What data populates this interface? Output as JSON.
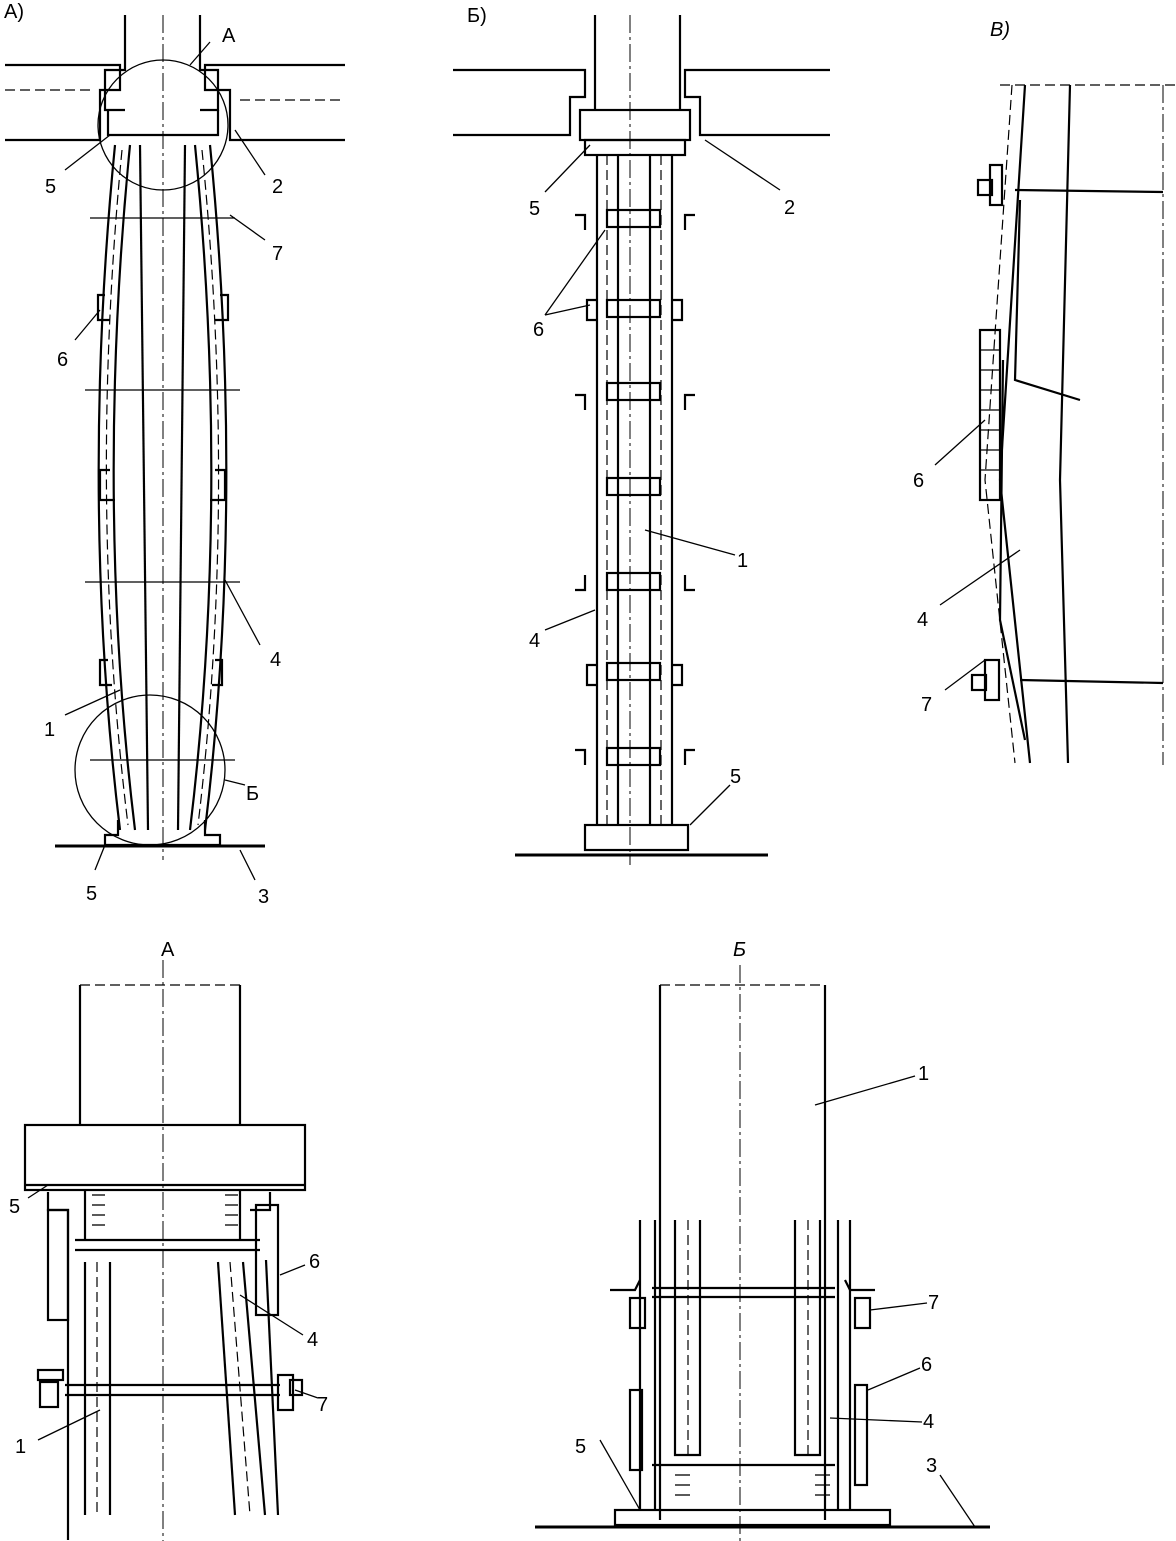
{
  "panel_a": {
    "title": "А)",
    "detail_marker_top": "А",
    "detail_marker_bottom": "Б",
    "callouts": [
      "5",
      "2",
      "7",
      "6",
      "4",
      "1",
      "5",
      "3"
    ]
  },
  "panel_b": {
    "title": "Б)",
    "callouts": [
      "5",
      "2",
      "6",
      "1",
      "4",
      "5"
    ]
  },
  "panel_v": {
    "title": "В)",
    "callouts": [
      "6",
      "4",
      "7"
    ]
  },
  "detail_a": {
    "title": "А",
    "callouts": [
      "5",
      "6",
      "4",
      "7",
      "1"
    ]
  },
  "detail_b": {
    "title": "Б",
    "callouts": [
      "1",
      "7",
      "6",
      "4",
      "5",
      "3"
    ]
  }
}
